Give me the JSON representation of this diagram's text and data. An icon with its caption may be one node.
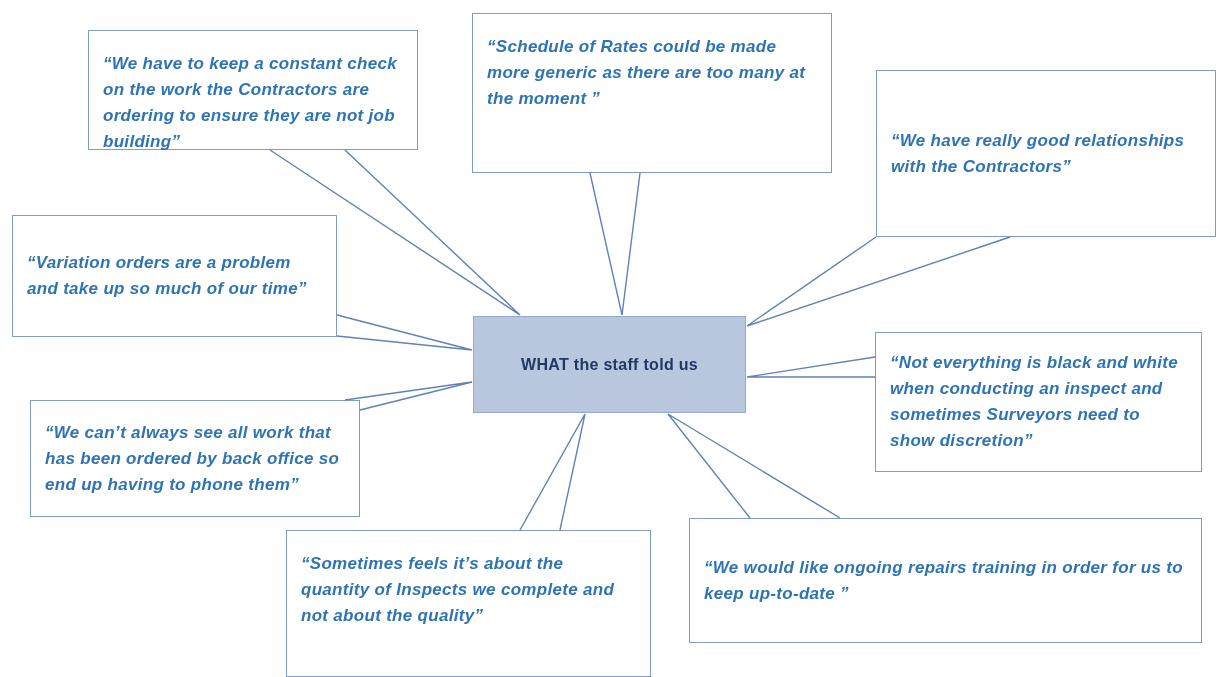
{
  "diagram": {
    "nodes": [
      {
        "text": [
          "WHAT the staff told us"
        ]
      },
      {
        "text": [
          "“We have to keep a constant check on the work the Contractors are ordering to ensure they are not job building”"
        ]
      },
      {
        "text": [
          "“Schedule of Rates could be made more generic as there are too many at the moment ”"
        ]
      },
      {
        "text": [
          "“We have really good relationships with the Contractors”"
        ]
      },
      {
        "text": [
          "“Variation orders are a problem and take up so much of our time”"
        ]
      },
      {
        "text": [
          "“Not everything is black and white when conducting an inspect and sometimes Surveyors need to show discretion”"
        ]
      },
      {
        "text": [
          "“We can’t always see all work that has been ordered by back office so end up having to phone them”"
        ]
      },
      {
        "text": [
          "“Sometimes feels it’s about the quantity of Inspects we complete and not about the quality”"
        ]
      },
      {
        "text": [
          "“We would like ongoing repairs training in order for us to keep up-to-date ”"
        ]
      }
    ],
    "edges": [
      {
        "from": 1,
        "to": 0,
        "arrow": "none"
      },
      {
        "from": 2,
        "to": 0,
        "arrow": "none"
      },
      {
        "from": 3,
        "to": 0,
        "arrow": "none"
      },
      {
        "from": 4,
        "to": 0,
        "arrow": "none"
      },
      {
        "from": 5,
        "to": 0,
        "arrow": "none"
      },
      {
        "from": 6,
        "to": 0,
        "arrow": "none"
      },
      {
        "from": 7,
        "to": 0,
        "arrow": "none"
      },
      {
        "from": 8,
        "to": 0,
        "arrow": "none"
      }
    ]
  }
}
